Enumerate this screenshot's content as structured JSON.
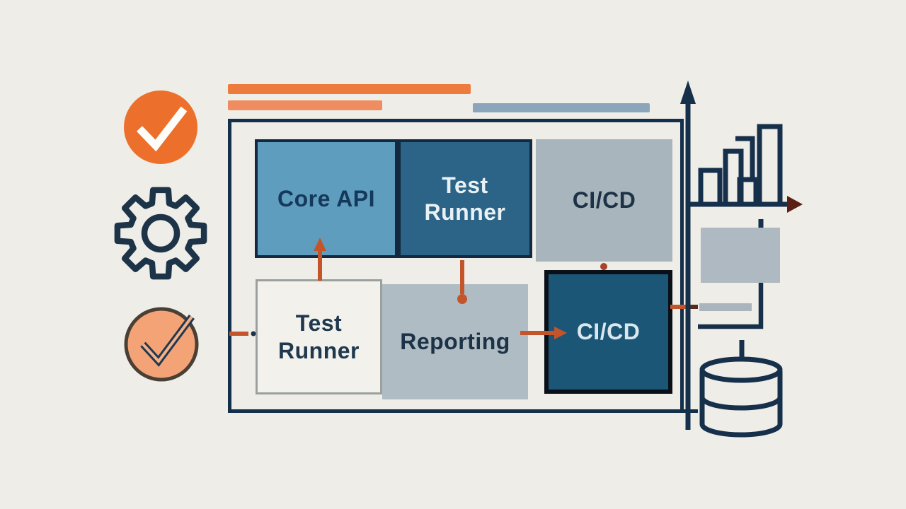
{
  "illustration": {
    "background": "#eeede7",
    "palette": {
      "navy": "#16304b",
      "orange": "#ed6f2c",
      "salmon": "#f3a376",
      "connector_orange": "#c4552a",
      "maroon": "#5a2016",
      "box_blue": "#5f9dbf",
      "box_teal": "#2b6487",
      "box_dark_teal": "#1c5677",
      "box_gray": "#a9b5bc",
      "box_gray_blue": "#b0bcc4",
      "box_off_white": "#f2f1ec",
      "bar_blue_gray": "#8ba6ba",
      "bar_orange_dark": "#ec7b3d",
      "bar_orange_light": "#ef8d60"
    },
    "left_icons": [
      {
        "name": "check-circle-icon",
        "style": "solid orange circle, white check"
      },
      {
        "name": "gear-icon",
        "style": "navy outline"
      },
      {
        "name": "check-circle-outline-icon",
        "style": "salmon circle, outlined navy check"
      }
    ],
    "right_icons": [
      {
        "name": "bar-chart-icon"
      },
      {
        "name": "panel-icon"
      },
      {
        "name": "database-icon"
      }
    ],
    "diagram": {
      "boxes": [
        {
          "id": "core-api",
          "label": "Core API",
          "row": 1
        },
        {
          "id": "test-runner-top",
          "label": "Test Runner",
          "row": 1
        },
        {
          "id": "cicd-top",
          "label": "CI/CD",
          "row": 1
        },
        {
          "id": "test-runner-bottom",
          "label": "Test Runner",
          "row": 2
        },
        {
          "id": "reporting",
          "label": "Reporting",
          "row": 2
        },
        {
          "id": "cicd-bottom",
          "label": "CI/CD",
          "row": 2
        }
      ]
    }
  }
}
